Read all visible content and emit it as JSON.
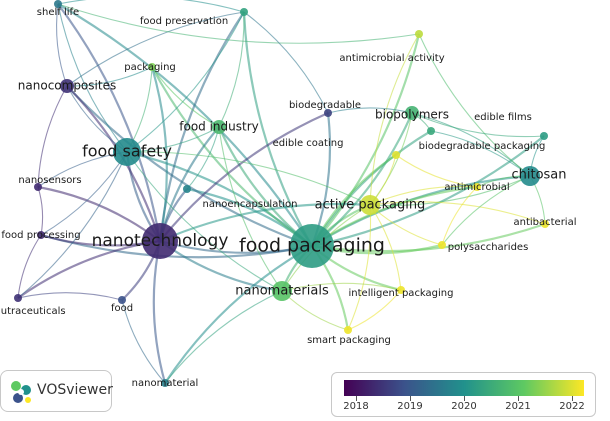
{
  "app": {
    "brand": "VOSviewer"
  },
  "legend": {
    "years": [
      "2018",
      "2019",
      "2020",
      "2021",
      "2022"
    ],
    "colors": [
      "#440154",
      "#3b528b",
      "#21918c",
      "#5ec962",
      "#fde725"
    ]
  },
  "network": {
    "nodes": [
      {
        "id": "shelf-life",
        "label": "shelf life",
        "year": 2019.6,
        "weight": 1
      },
      {
        "id": "food-preservation",
        "label": "food preservation",
        "year": 2020.3,
        "weight": 1
      },
      {
        "id": "antimicrobial-activity",
        "label": "antimicrobial activity",
        "year": 2021.6,
        "weight": 1
      },
      {
        "id": "packaging",
        "label": "packaging",
        "year": 2021.2,
        "weight": 1
      },
      {
        "id": "nanocomposites",
        "label": "nanocomposites",
        "year": 2018.6,
        "weight": 2
      },
      {
        "id": "biodegradable",
        "label": "biodegradable",
        "year": 2018.8,
        "weight": 1
      },
      {
        "id": "biopolymers",
        "label": "biopolymers",
        "year": 2020.6,
        "weight": 2
      },
      {
        "id": "edible-films",
        "label": "edible films",
        "year": 2020.2,
        "weight": 1
      },
      {
        "id": "food-industry",
        "label": "food industry",
        "year": 2020.7,
        "weight": 2
      },
      {
        "id": "edible-coating",
        "label": "edible coating",
        "year": 2021.8,
        "weight": 1
      },
      {
        "id": "biodegradable-packaging",
        "label": "biodegradable packaging",
        "year": 2020.4,
        "weight": 1
      },
      {
        "id": "food-safety",
        "label": "food safety",
        "year": 2019.9,
        "weight": 4
      },
      {
        "id": "chitosan",
        "label": "chitosan",
        "year": 2019.9,
        "weight": 3
      },
      {
        "id": "nanosensors",
        "label": "nanosensors",
        "year": 2018.5,
        "weight": 1
      },
      {
        "id": "antimicrobial",
        "label": "antimicrobial",
        "year": 2021.9,
        "weight": 1
      },
      {
        "id": "nanoencapsulation",
        "label": "nanoencapsulation",
        "year": 2019.8,
        "weight": 1
      },
      {
        "id": "active-packaging",
        "label": "active packaging",
        "year": 2021.7,
        "weight": 3
      },
      {
        "id": "antibacterial",
        "label": "antibacterial",
        "year": 2021.9,
        "weight": 1
      },
      {
        "id": "food-processing",
        "label": "food processing",
        "year": 2018.5,
        "weight": 1
      },
      {
        "id": "nanotechnology",
        "label": "nanotechnology",
        "year": 2018.5,
        "weight": 5
      },
      {
        "id": "food-packaging",
        "label": "food packaging",
        "year": 2020.2,
        "weight": 6
      },
      {
        "id": "polysaccharides",
        "label": "polysaccharides",
        "year": 2021.9,
        "weight": 1
      },
      {
        "id": "nanomaterials",
        "label": "nanomaterials",
        "year": 2020.9,
        "weight": 3
      },
      {
        "id": "intelligent-packaging",
        "label": "intelligent packaging",
        "year": 2021.9,
        "weight": 1
      },
      {
        "id": "nutraceuticals",
        "label": "nutraceuticals",
        "year": 2018.6,
        "weight": 1
      },
      {
        "id": "food",
        "label": "food",
        "year": 2019.0,
        "weight": 1
      },
      {
        "id": "smart-packaging",
        "label": "smart packaging",
        "year": 2021.9,
        "weight": 1
      },
      {
        "id": "nanomaterial",
        "label": "nanomaterial",
        "year": 2019.7,
        "weight": 1
      }
    ],
    "links": [
      [
        "food-packaging",
        "nanotechnology"
      ],
      [
        "food-packaging",
        "food-safety"
      ],
      [
        "food-packaging",
        "active-packaging"
      ],
      [
        "food-packaging",
        "nanomaterials"
      ],
      [
        "food-packaging",
        "chitosan"
      ],
      [
        "food-packaging",
        "biopolymers"
      ],
      [
        "food-packaging",
        "antimicrobial"
      ],
      [
        "food-packaging",
        "intelligent-packaging"
      ],
      [
        "food-packaging",
        "smart-packaging"
      ],
      [
        "food-packaging",
        "polysaccharides"
      ],
      [
        "food-packaging",
        "biodegradable-packaging"
      ],
      [
        "food-packaging",
        "edible-films"
      ],
      [
        "food-packaging",
        "food-industry"
      ],
      [
        "food-packaging",
        "nanoencapsulation"
      ],
      [
        "food-packaging",
        "nanocomposites"
      ],
      [
        "food-packaging",
        "shelf-life"
      ],
      [
        "food-packaging",
        "food-preservation"
      ],
      [
        "food-packaging",
        "antibacterial"
      ],
      [
        "food-packaging",
        "edible-coating"
      ],
      [
        "food-packaging",
        "biodegradable"
      ],
      [
        "food-packaging",
        "packaging"
      ],
      [
        "food-packaging",
        "antimicrobial-activity"
      ],
      [
        "food-packaging",
        "food-processing"
      ],
      [
        "food-packaging",
        "nanomaterial"
      ],
      [
        "nanotechnology",
        "food-safety"
      ],
      [
        "nanotechnology",
        "nanosensors"
      ],
      [
        "nanotechnology",
        "food-processing"
      ],
      [
        "nanotechnology",
        "nutraceuticals"
      ],
      [
        "nanotechnology",
        "food"
      ],
      [
        "nanotechnology",
        "nanocomposites"
      ],
      [
        "nanotechnology",
        "nanoencapsulation"
      ],
      [
        "nanotechnology",
        "nanomaterials"
      ],
      [
        "nanotechnology",
        "food-industry"
      ],
      [
        "nanotechnology",
        "shelf-life"
      ],
      [
        "nanotechnology",
        "food-preservation"
      ],
      [
        "nanotechnology",
        "packaging"
      ],
      [
        "nanotechnology",
        "active-packaging"
      ],
      [
        "nanotechnology",
        "nanomaterial"
      ],
      [
        "nanotechnology",
        "biodegradable"
      ],
      [
        "food-safety",
        "nanosensors"
      ],
      [
        "food-safety",
        "nanocomposites"
      ],
      [
        "food-safety",
        "food-industry"
      ],
      [
        "food-safety",
        "shelf-life"
      ],
      [
        "food-safety",
        "packaging"
      ],
      [
        "food-safety",
        "food-processing"
      ],
      [
        "food-safety",
        "nanomaterials"
      ],
      [
        "food-safety",
        "active-packaging"
      ],
      [
        "food-safety",
        "food-preservation"
      ],
      [
        "food-safety",
        "nutraceuticals"
      ],
      [
        "active-packaging",
        "chitosan"
      ],
      [
        "active-packaging",
        "antimicrobial"
      ],
      [
        "active-packaging",
        "biopolymers"
      ],
      [
        "active-packaging",
        "intelligent-packaging"
      ],
      [
        "active-packaging",
        "nanomaterials"
      ],
      [
        "active-packaging",
        "antibacterial"
      ],
      [
        "active-packaging",
        "polysaccharides"
      ],
      [
        "active-packaging",
        "smart-packaging"
      ],
      [
        "active-packaging",
        "edible-coating"
      ],
      [
        "active-packaging",
        "antimicrobial-activity"
      ],
      [
        "chitosan",
        "biopolymers"
      ],
      [
        "chitosan",
        "edible-films"
      ],
      [
        "chitosan",
        "antimicrobial"
      ],
      [
        "chitosan",
        "antibacterial"
      ],
      [
        "chitosan",
        "biodegradable-packaging"
      ],
      [
        "chitosan",
        "antimicrobial-activity"
      ],
      [
        "chitosan",
        "polysaccharides"
      ],
      [
        "nanomaterials",
        "intelligent-packaging"
      ],
      [
        "nanomaterials",
        "smart-packaging"
      ],
      [
        "nanomaterials",
        "food-industry"
      ],
      [
        "nanomaterials",
        "nanomaterial"
      ],
      [
        "nanocomposites",
        "shelf-life"
      ],
      [
        "nanocomposites",
        "packaging"
      ],
      [
        "nanocomposites",
        "food-preservation"
      ],
      [
        "nanocomposites",
        "nanosensors"
      ],
      [
        "food-industry",
        "packaging"
      ],
      [
        "food-industry",
        "food-preservation"
      ],
      [
        "food-industry",
        "nanoencapsulation"
      ],
      [
        "biopolymers",
        "edible-films"
      ],
      [
        "biopolymers",
        "biodegradable-packaging"
      ],
      [
        "biopolymers",
        "biodegradable"
      ],
      [
        "nanosensors",
        "food-processing"
      ],
      [
        "food-processing",
        "nutraceuticals"
      ],
      [
        "nutraceuticals",
        "food"
      ],
      [
        "food",
        "nanomaterial"
      ],
      [
        "shelf-life",
        "food-preservation"
      ],
      [
        "shelf-life",
        "antimicrobial-activity"
      ],
      [
        "food-preservation",
        "biodegradable"
      ],
      [
        "edible-coating",
        "antimicrobial"
      ],
      [
        "intelligent-packaging",
        "smart-packaging"
      ],
      [
        "antimicrobial",
        "polysaccharides"
      ]
    ]
  }
}
